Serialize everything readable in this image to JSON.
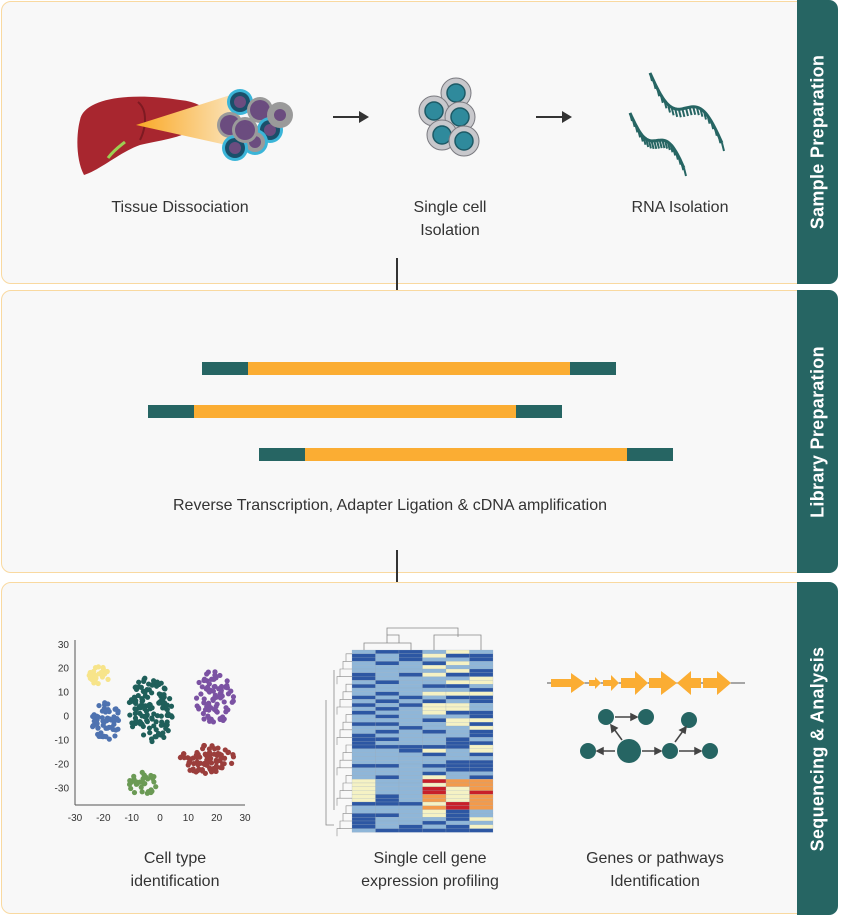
{
  "sections": [
    {
      "id": "sample",
      "title": "Sample Preparation",
      "steps": [
        {
          "label": "Tissue Dissociation",
          "icon": "liver-tissue-icon"
        },
        {
          "label": "Single cell Isolation",
          "line1": "Single cell",
          "line2": "Isolation",
          "icon": "single-cells-icon"
        },
        {
          "label": "RNA Isolation",
          "icon": "rna-strands-icon"
        }
      ]
    },
    {
      "id": "library",
      "title": "Library Preparation",
      "caption": "Reverse Transcription, Adapter Ligation & cDNA amplification",
      "fragments": 3
    },
    {
      "id": "sequencing",
      "title": "Sequencing & Analysis",
      "steps": [
        {
          "line1": "Cell type",
          "line2": "identification",
          "icon": "tsne-plot-icon"
        },
        {
          "line1": "Single cell gene",
          "line2": "expression profiling",
          "icon": "heatmap-icon"
        },
        {
          "line1": "Genes or pathways",
          "line2": "Identification",
          "icon": "gene-network-icon"
        }
      ]
    }
  ],
  "colors": {
    "teal": "#266563",
    "orange": "#fbad33",
    "panel_border": "#f9d9a0",
    "panel_bg": "#f8f8f8"
  },
  "chart_data": [
    {
      "type": "scatter",
      "title": "",
      "xlabel": "",
      "ylabel": "",
      "xlim": [
        -30,
        30
      ],
      "ylim": [
        -37,
        32
      ],
      "xticks": [
        "-30",
        "-20",
        "-10",
        "0",
        "10",
        "20",
        "30"
      ],
      "yticks": [
        "30",
        "20",
        "10",
        "0",
        "-10",
        "-20",
        "-30"
      ],
      "clusters": [
        {
          "color": "#f7e48a",
          "center": [
            -22,
            17
          ],
          "spread": [
            4,
            4
          ],
          "n": 30
        },
        {
          "color": "#4e72b0",
          "center": [
            -19,
            -2
          ],
          "spread": [
            5,
            8
          ],
          "n": 60
        },
        {
          "color": "#1f5f5a",
          "center": [
            -3,
            3
          ],
          "spread": [
            8,
            14
          ],
          "n": 130
        },
        {
          "color": "#7b52a3",
          "center": [
            19,
            8
          ],
          "spread": [
            7,
            11
          ],
          "n": 80
        },
        {
          "color": "#9b3e3c",
          "center": [
            17,
            -18
          ],
          "spread": [
            10,
            6
          ],
          "n": 80
        },
        {
          "color": "#6b9a55",
          "center": [
            -6,
            -28
          ],
          "spread": [
            5,
            5
          ],
          "n": 35
        }
      ]
    },
    {
      "type": "heatmap",
      "rows": 48,
      "cols": 6,
      "colorscale": [
        "#2d57a3",
        "#8fb6d8",
        "#f5f2c4",
        "#f39a4b",
        "#c8202a"
      ]
    }
  ]
}
